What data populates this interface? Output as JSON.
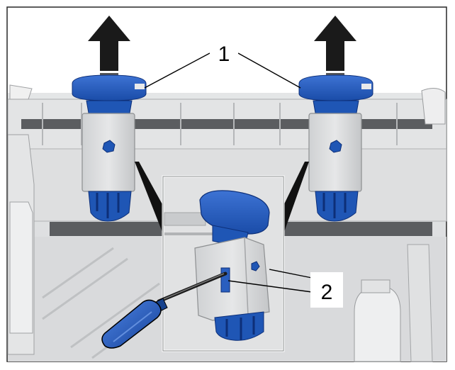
{
  "callouts": {
    "one": "1",
    "two": "2"
  },
  "icons": {
    "lift_arrow": "up-arrow-icon",
    "tool": "screwdriver-icon",
    "part": "fastener-clip"
  },
  "colors": {
    "clip_blue": "#1f56b5",
    "clip_dark": "#0d2f78",
    "housing_gray": "#d4d6d8",
    "bar_gray": "#5b5d60",
    "arrow": "#1a1a1a",
    "frame": "#2b2b2b"
  }
}
